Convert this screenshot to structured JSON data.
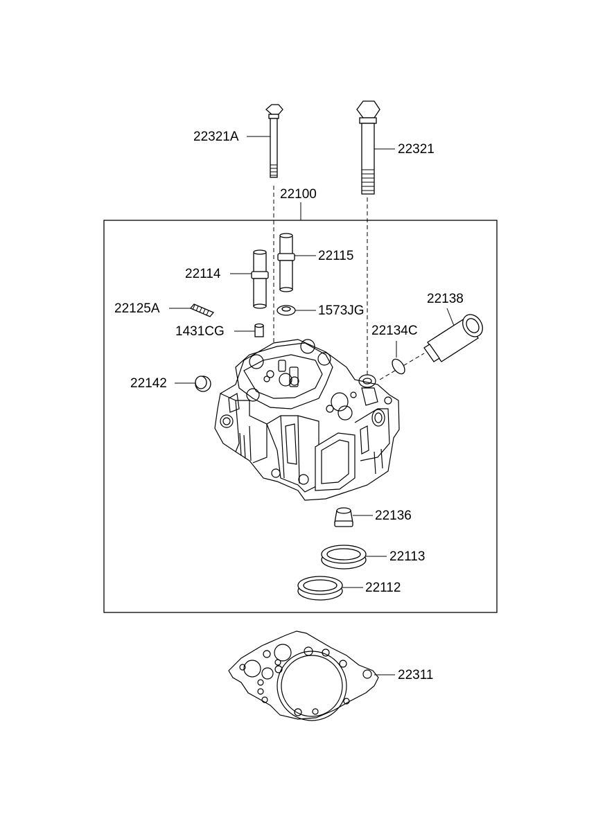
{
  "labels": {
    "p22321A": "22321A",
    "p22321": "22321",
    "p22100": "22100",
    "p22115": "22115",
    "p22114": "22114",
    "p1573JG": "1573JG",
    "p22138": "22138",
    "p22125A": "22125A",
    "p1431CG": "1431CG",
    "p22134C": "22134C",
    "p22142": "22142",
    "p22136": "22136",
    "p22113": "22113",
    "p22112": "22112",
    "p22311": "22311"
  }
}
